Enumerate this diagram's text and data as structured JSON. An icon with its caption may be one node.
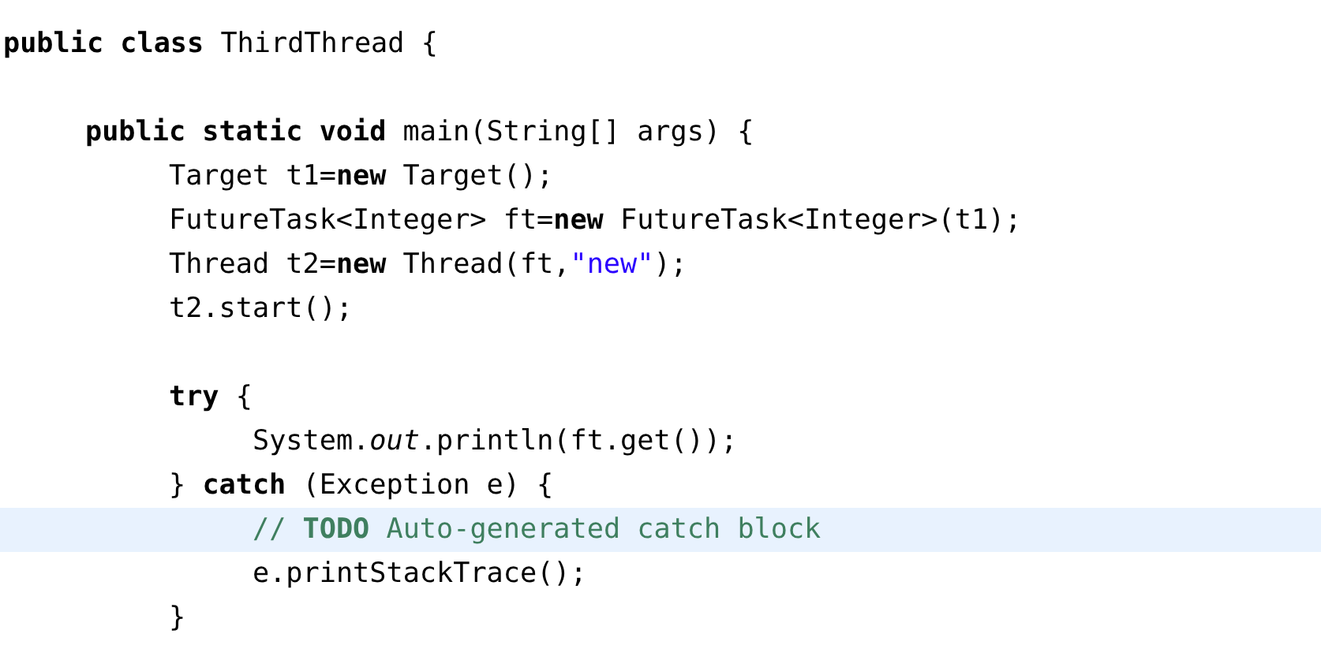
{
  "diagram": {
    "labels": [
      "**public** **class** ThirdThread {",
      "**public** **static** **void** main(String[] args) {",
      "Target t1=**new** Target();",
      "FutureTask<Integer> ft=**new** FutureTask<Integer>(t1);",
      "Thread t2=**new** Thread(ft,\"new\");",
      "t2.start();",
      "**try** {",
      "System.*out*.println(ft.get());",
      "} **catch** (Exception e) {",
      "// **TODO** Auto-generated catch block",
      "e.printStackTrace();",
      "}"
    ]
  }
}
